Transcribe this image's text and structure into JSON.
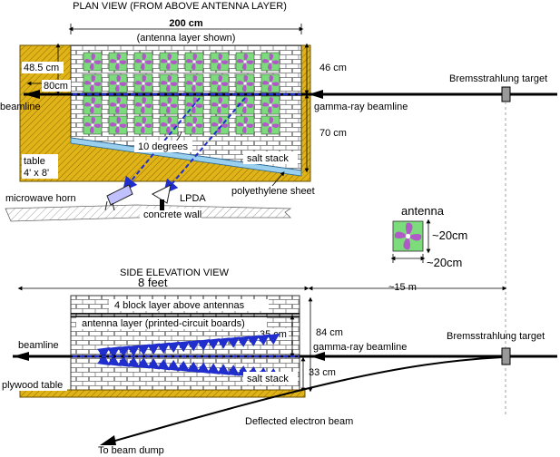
{
  "plan": {
    "title": "PLAN VIEW (FROM ABOVE ANTENNA LAYER)",
    "width_label": "200 cm",
    "antenna_shown": "(antenna layer shown)",
    "dim_48": "48.5 cm",
    "dim_80": "80cm",
    "dim_46": "46 cm",
    "dim_70": "70 cm",
    "beamline": "beamline",
    "gamma_beamline": "gamma-ray beamline",
    "brems_target": "Bremsstrahlung target",
    "angle": "10 degrees",
    "salt_stack": "salt stack",
    "table_line1": "table",
    "table_line2": "4' x 8'",
    "poly_sheet": "polyethylene sheet",
    "microwave_horn": "microwave horn",
    "concrete_wall": "concrete wall",
    "lpda": "LPDA"
  },
  "legend": {
    "antenna": "antenna",
    "dim_v": "~20cm",
    "dim_h": "~20cm"
  },
  "side": {
    "title": "SIDE ELEVATION VIEW",
    "width_label": "8 feet",
    "distance": "~15 m",
    "block_layer": "4 block layer above antennas",
    "antenna_layer": "antenna layer (printed-circuit boards)",
    "dim_35": "35 cm",
    "dim_84": "84 cm",
    "dim_33": "33 cm",
    "beamline": "beamline",
    "gamma_beamline": "gamma-ray beamline",
    "brems_target": "Bremsstrahlung target",
    "salt_stack": "salt stack",
    "plywood": "plywood table",
    "deflected": "Deflected electron beam",
    "dump": "To beam dump"
  },
  "colors": {
    "table_fill": "#e0b418",
    "antenna_bg": "#7cdc7c",
    "antenna_petal": "#b05ac8",
    "poly": "#9ad0ee",
    "ray": "#1f2ecc",
    "brick_line": "#666666",
    "target_fill": "#999999"
  }
}
